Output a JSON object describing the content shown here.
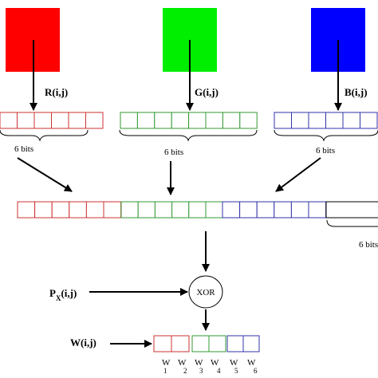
{
  "colors": {
    "red": "#ff0000",
    "green": "#00ee00",
    "blue": "#0000ff",
    "red_cell": "#cc3333",
    "green_cell": "#339933",
    "blue_cell": "#3333aa",
    "black": "#000000"
  },
  "channels": {
    "r_label": "R(i,j)",
    "g_label": "G(i,j)",
    "b_label": "B(i,j)",
    "bits_left": "6 bits",
    "bits_mid": "6 bits",
    "bits_right": "6 bits"
  },
  "concat": {
    "bits_label": "6 bits"
  },
  "xor": {
    "node_label": "XOR",
    "px_main": "P",
    "px_sub": "X",
    "px_rest": "(i,j)"
  },
  "output": {
    "w_label": "W(i,j)",
    "cells": [
      {
        "top": "W",
        "num": "1"
      },
      {
        "top": "W",
        "num": "2"
      },
      {
        "top": "W",
        "num": "3"
      },
      {
        "top": "W",
        "num": "4"
      },
      {
        "top": "W",
        "num": "5"
      },
      {
        "top": "W",
        "num": "6"
      }
    ]
  }
}
